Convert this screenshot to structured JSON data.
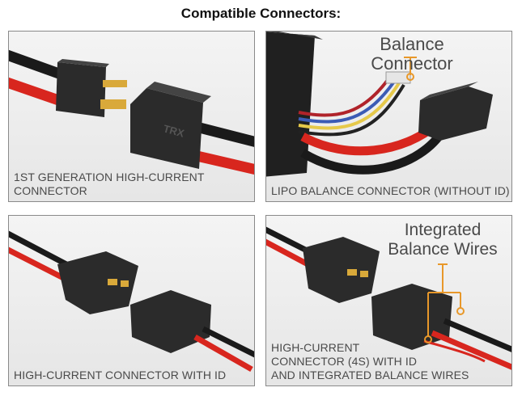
{
  "page": {
    "title": "Compatible Connectors:"
  },
  "panels": [
    {
      "caption": "1ST GENERATION HIGH-CURRENT CONNECTOR"
    },
    {
      "caption": "LIPO BALANCE CONNECTOR (WITHOUT ID)",
      "callout": "Balance Connector"
    },
    {
      "caption": "HIGH-CURRENT CONNECTOR WITH ID"
    },
    {
      "caption": "HIGH-CURRENT\nCONNECTOR (4S) WITH ID\nAND INTEGRATED BALANCE WIRES",
      "callout": "Integrated\nBalance Wires"
    }
  ],
  "colors": {
    "wire_red": "#d8261e",
    "wire_black": "#1a1a1a",
    "housing": "#2b2b2b",
    "gold_pin": "#d9a93a",
    "callout_orange": "#e8982a",
    "caption_text": "#4a4a4a"
  }
}
